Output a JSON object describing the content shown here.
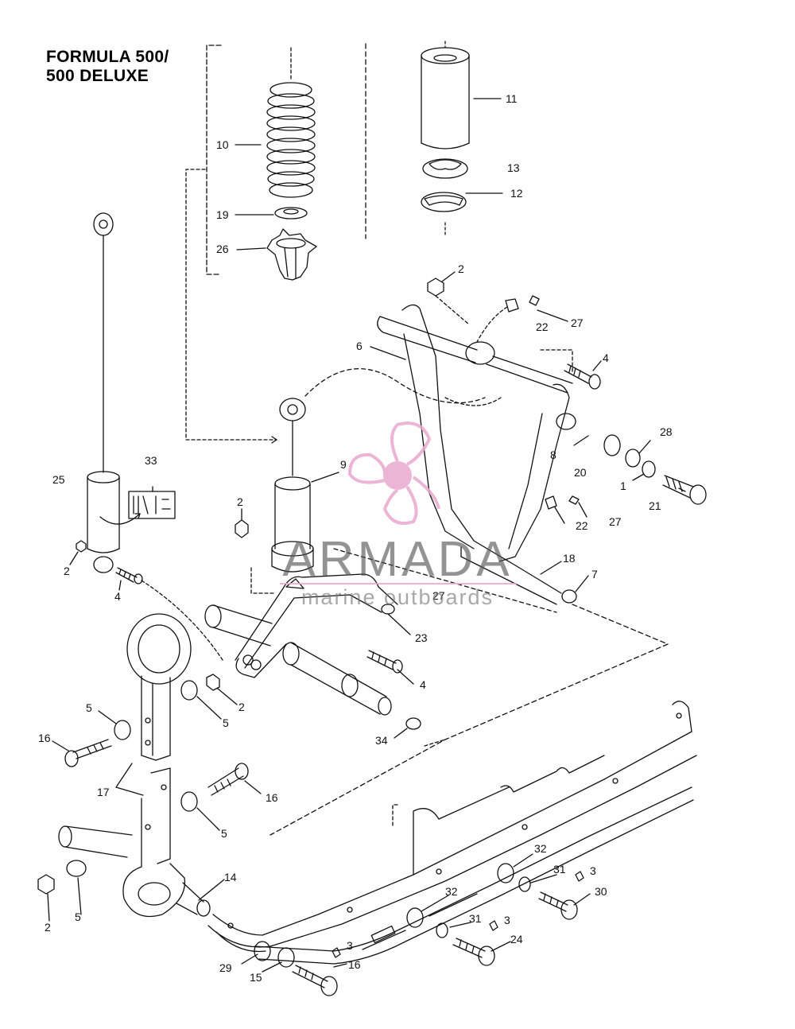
{
  "title": {
    "line1": "FORMULA 500/",
    "line2": "500 DELUXE"
  },
  "watermark": {
    "brand": "ARMADA",
    "tagline": "marine outboards",
    "logo_icon": "propeller-icon",
    "brand_color": "#e9a9cf"
  },
  "callouts": {
    "c1": "1",
    "c2a": "2",
    "c2b": "2",
    "c2c": "2",
    "c2d": "2",
    "c2e": "2",
    "c3a": "3",
    "c3b": "3",
    "c3c": "3",
    "c4a": "4",
    "c4b": "4",
    "c4c": "4",
    "c5a": "5",
    "c5b": "5",
    "c5c": "5",
    "c5d": "5",
    "c6": "6",
    "c7": "7",
    "c8": "8",
    "c9": "9",
    "c10": "10",
    "c11": "11",
    "c12": "12",
    "c13": "13",
    "c14": "14",
    "c15": "15",
    "c16a": "16",
    "c16b": "16",
    "c16c": "16",
    "c17": "17",
    "c18": "18",
    "c19": "19",
    "c20": "20",
    "c21": "21",
    "c22a": "22",
    "c22b": "22",
    "c23": "23",
    "c24": "24",
    "c25": "25",
    "c26": "26",
    "c27a": "27",
    "c27b": "27",
    "c27c": "27",
    "c28": "28",
    "c29": "29",
    "c30": "30",
    "c31a": "31",
    "c31b": "31",
    "c32a": "32",
    "c32b": "32",
    "c33": "33",
    "c34": "34"
  }
}
